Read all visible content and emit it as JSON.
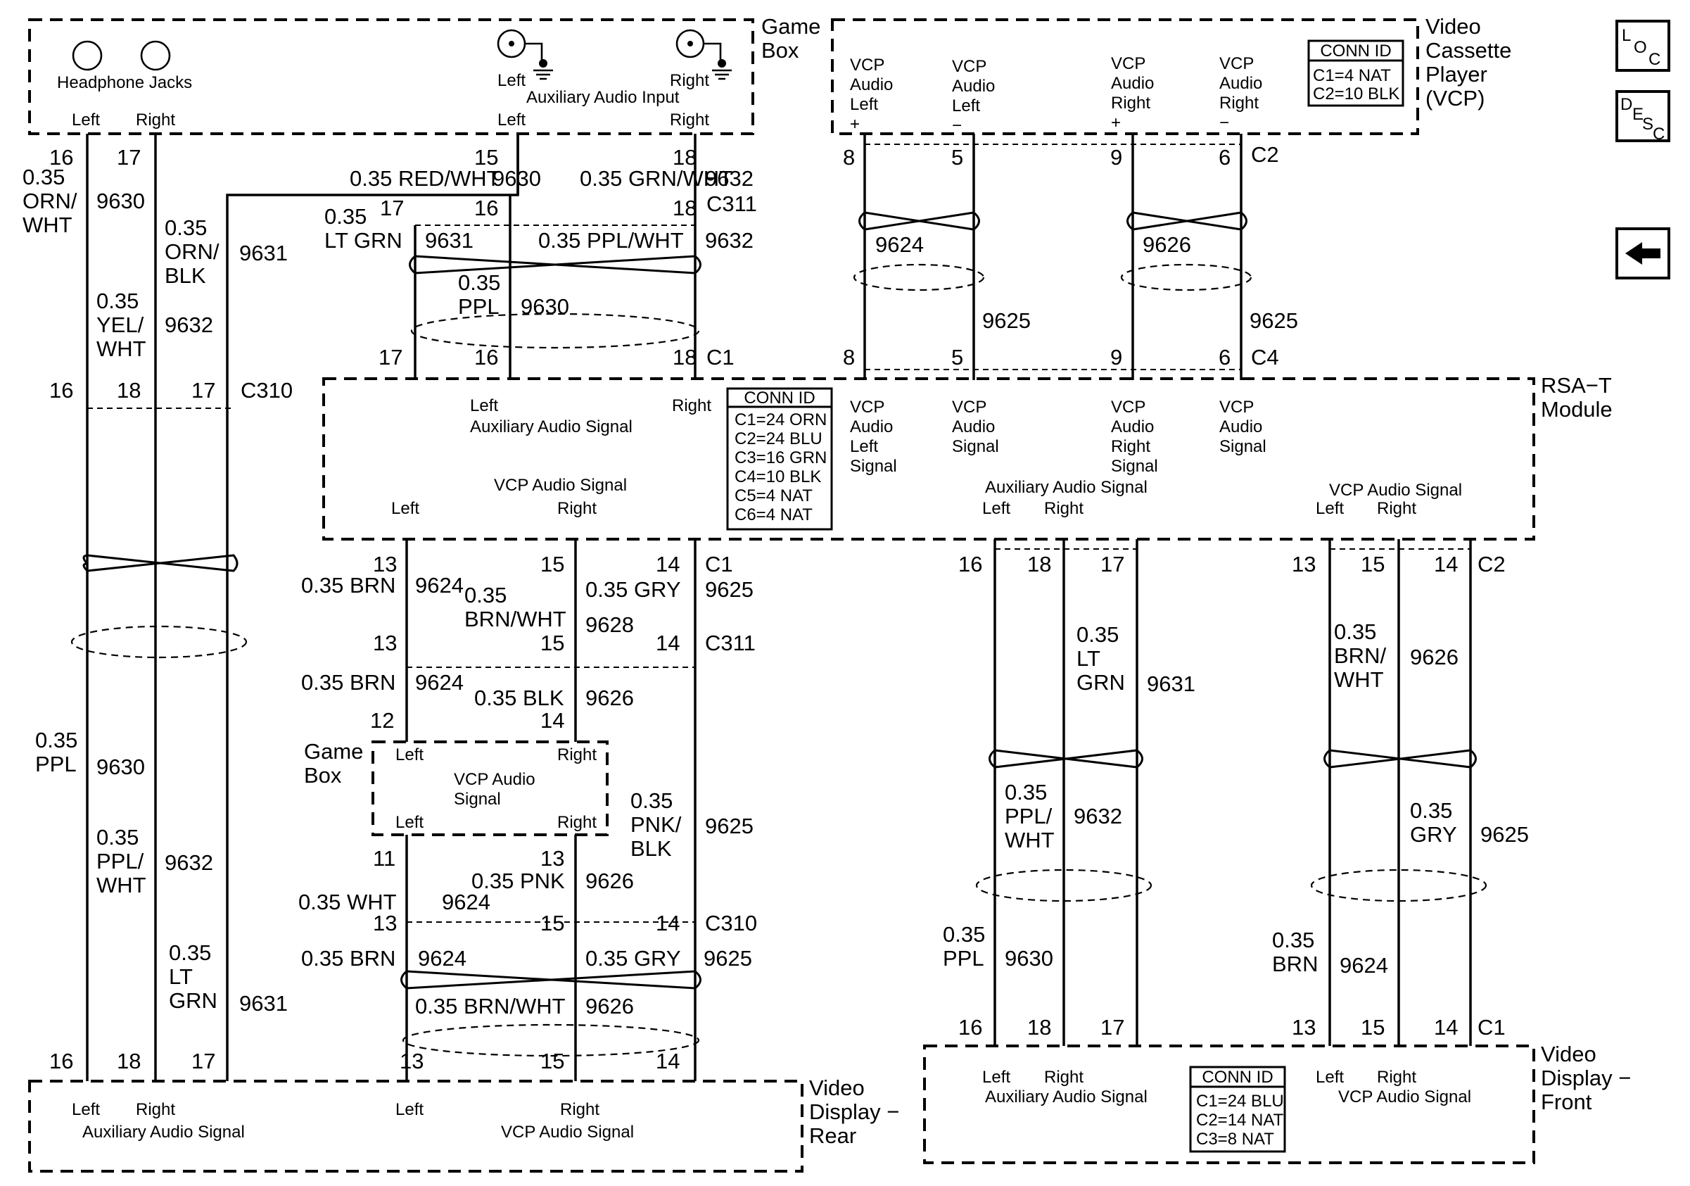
{
  "components": {
    "game_box_top": {
      "name": "Game\nBox",
      "headphone": "Headphone Jacks",
      "aux_input": "Auxiliary Audio Input",
      "left": "Left",
      "right": "Right"
    },
    "vcp": {
      "name": "Video\nCassette\nPlayer\n(VCP)",
      "pins": [
        "VCP\nAudio\nLeft\n+",
        "VCP\nAudio\nLeft\n−",
        "VCP\nAudio\nRight\n+",
        "VCP\nAudio\nRight\n−"
      ],
      "conn_title": "CONN ID",
      "conn": [
        "C1=4 NAT",
        "C2=10 BLK"
      ]
    },
    "rsa": {
      "name": "RSA−T\nModule",
      "aux_signal": "Auxiliary Audio Signal",
      "vcp_signal": "VCP Audio Signal",
      "conn_title": "CONN ID",
      "conn": [
        "C1=24 ORN",
        "C2=24 BLU",
        "C3=16 GRN",
        "C4=10 BLK",
        "C5=4 NAT",
        "C6=4 NAT"
      ],
      "vcp_pins": [
        "VCP\nAudio\nLeft\nSignal",
        "VCP\nAudio\nSignal",
        "VCP\nAudio\nRight\nSignal",
        "VCP\nAudio\nSignal"
      ]
    },
    "game_box_mid": {
      "name": "Game\nBox",
      "signal": "VCP Audio\nSignal"
    },
    "rear": {
      "name": "Video\nDisplay −\nRear",
      "aux_signal": "Auxiliary Audio Signal",
      "vcp_signal": "VCP Audio Signal"
    },
    "front": {
      "name": "Video\nDisplay −\nFront",
      "aux_signal": "Auxiliary Audio Signal",
      "vcp_signal": "VCP Audio Signal",
      "conn_title": "CONN ID",
      "conn": [
        "C1=24 BLU",
        "C2=14 NAT",
        "C3=8 NAT"
      ]
    }
  },
  "connectors": [
    "C310",
    "C311",
    "C1",
    "C2",
    "C4",
    "C1",
    "C310",
    "C311",
    "C2",
    "C1"
  ],
  "wire_labels": {
    "w9630_top": "0.35\nORN/\nWHT",
    "c9630_top": "9630",
    "w9631_top": "0.35\nORN/\nBLK",
    "c9631_top": "9631",
    "w9632_top": "0.35\nYEL/\nWHT",
    "c9632_top": "9632",
    "red_wht": "0.35 RED/WHT",
    "grn_wht": "0.35 GRN/WHT",
    "lt_grn": "0.35\nLT GRN",
    "ppl_wht": "0.35 PPL/WHT",
    "ppl": "0.35\nPPL",
    "brn": "0.35 BRN",
    "brn_wht": "0.35\nBRN/WHT",
    "gry": "0.35 GRY",
    "blk": "0.35 BLK",
    "pnk_blk": "0.35\nPNK/\nBLK",
    "wht": "0.35 WHT",
    "pnk": "0.35 PNK",
    "brn_wht2": "0.35 BRN/WHT",
    "ppl_left": "0.35\nPPL",
    "ppl_wht_left": "0.35\nPPL/\nWHT",
    "lt_grn_left": "0.35\nLT\nGRN",
    "lt_grn_f": "0.35\nLT\nGRN",
    "ppl_wht_f": "0.35\nPPL/\nWHT",
    "ppl_f": "0.35\nPPL",
    "brn_wht_f": "0.35\nBRN/\nWHT",
    "gry_f": "0.35\nGRY",
    "brn_f": "0.35\nBRN"
  },
  "nav": {
    "loc": "LOC",
    "desc": "DESC",
    "back": "back"
  }
}
